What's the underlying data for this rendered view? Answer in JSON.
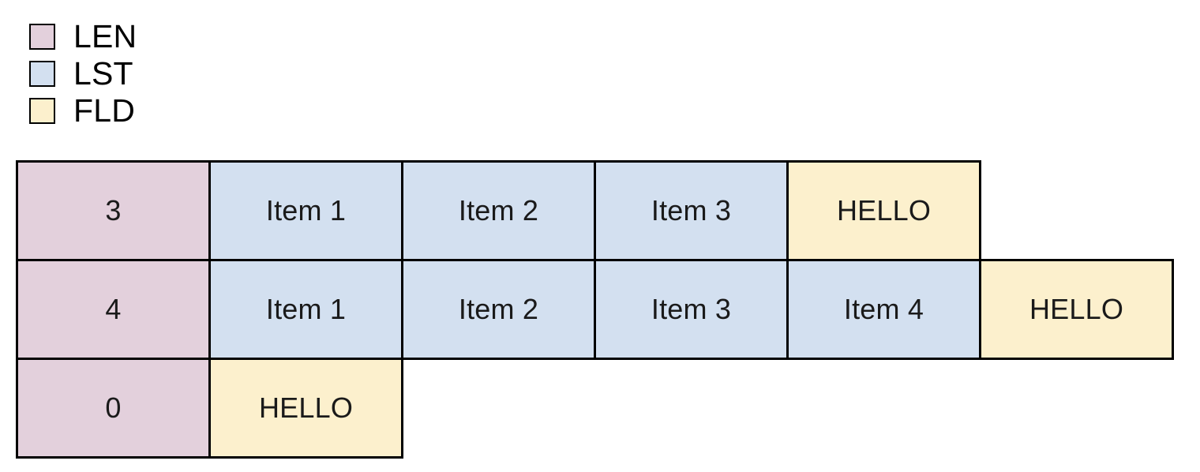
{
  "legend": {
    "items": [
      {
        "label": "LEN",
        "color": "#e3d0dc",
        "swatch_icon": "square-swatch-icon"
      },
      {
        "label": "LST",
        "color": "#d3e0f0",
        "swatch_icon": "square-swatch-icon"
      },
      {
        "label": "FLD",
        "color": "#fcf0cd",
        "swatch_icon": "square-swatch-icon"
      }
    ]
  },
  "colors": {
    "len": "#e3d0dc",
    "lst": "#d3e0f0",
    "fld": "#fcf0cd",
    "border": "#000000",
    "background": "#ffffff",
    "text": "#1a1a1a"
  },
  "table": {
    "rows": [
      {
        "cells": [
          {
            "text": "3",
            "kind": "len"
          },
          {
            "text": "Item 1",
            "kind": "lst"
          },
          {
            "text": "Item 2",
            "kind": "lst"
          },
          {
            "text": "Item 3",
            "kind": "lst"
          },
          {
            "text": "HELLO",
            "kind": "fld"
          }
        ]
      },
      {
        "cells": [
          {
            "text": "4",
            "kind": "len"
          },
          {
            "text": "Item 1",
            "kind": "lst"
          },
          {
            "text": "Item 2",
            "kind": "lst"
          },
          {
            "text": "Item 3",
            "kind": "lst"
          },
          {
            "text": "Item 4",
            "kind": "lst"
          },
          {
            "text": "HELLO",
            "kind": "fld"
          }
        ]
      },
      {
        "cells": [
          {
            "text": "0",
            "kind": "len"
          },
          {
            "text": "HELLO",
            "kind": "fld"
          }
        ]
      }
    ]
  }
}
